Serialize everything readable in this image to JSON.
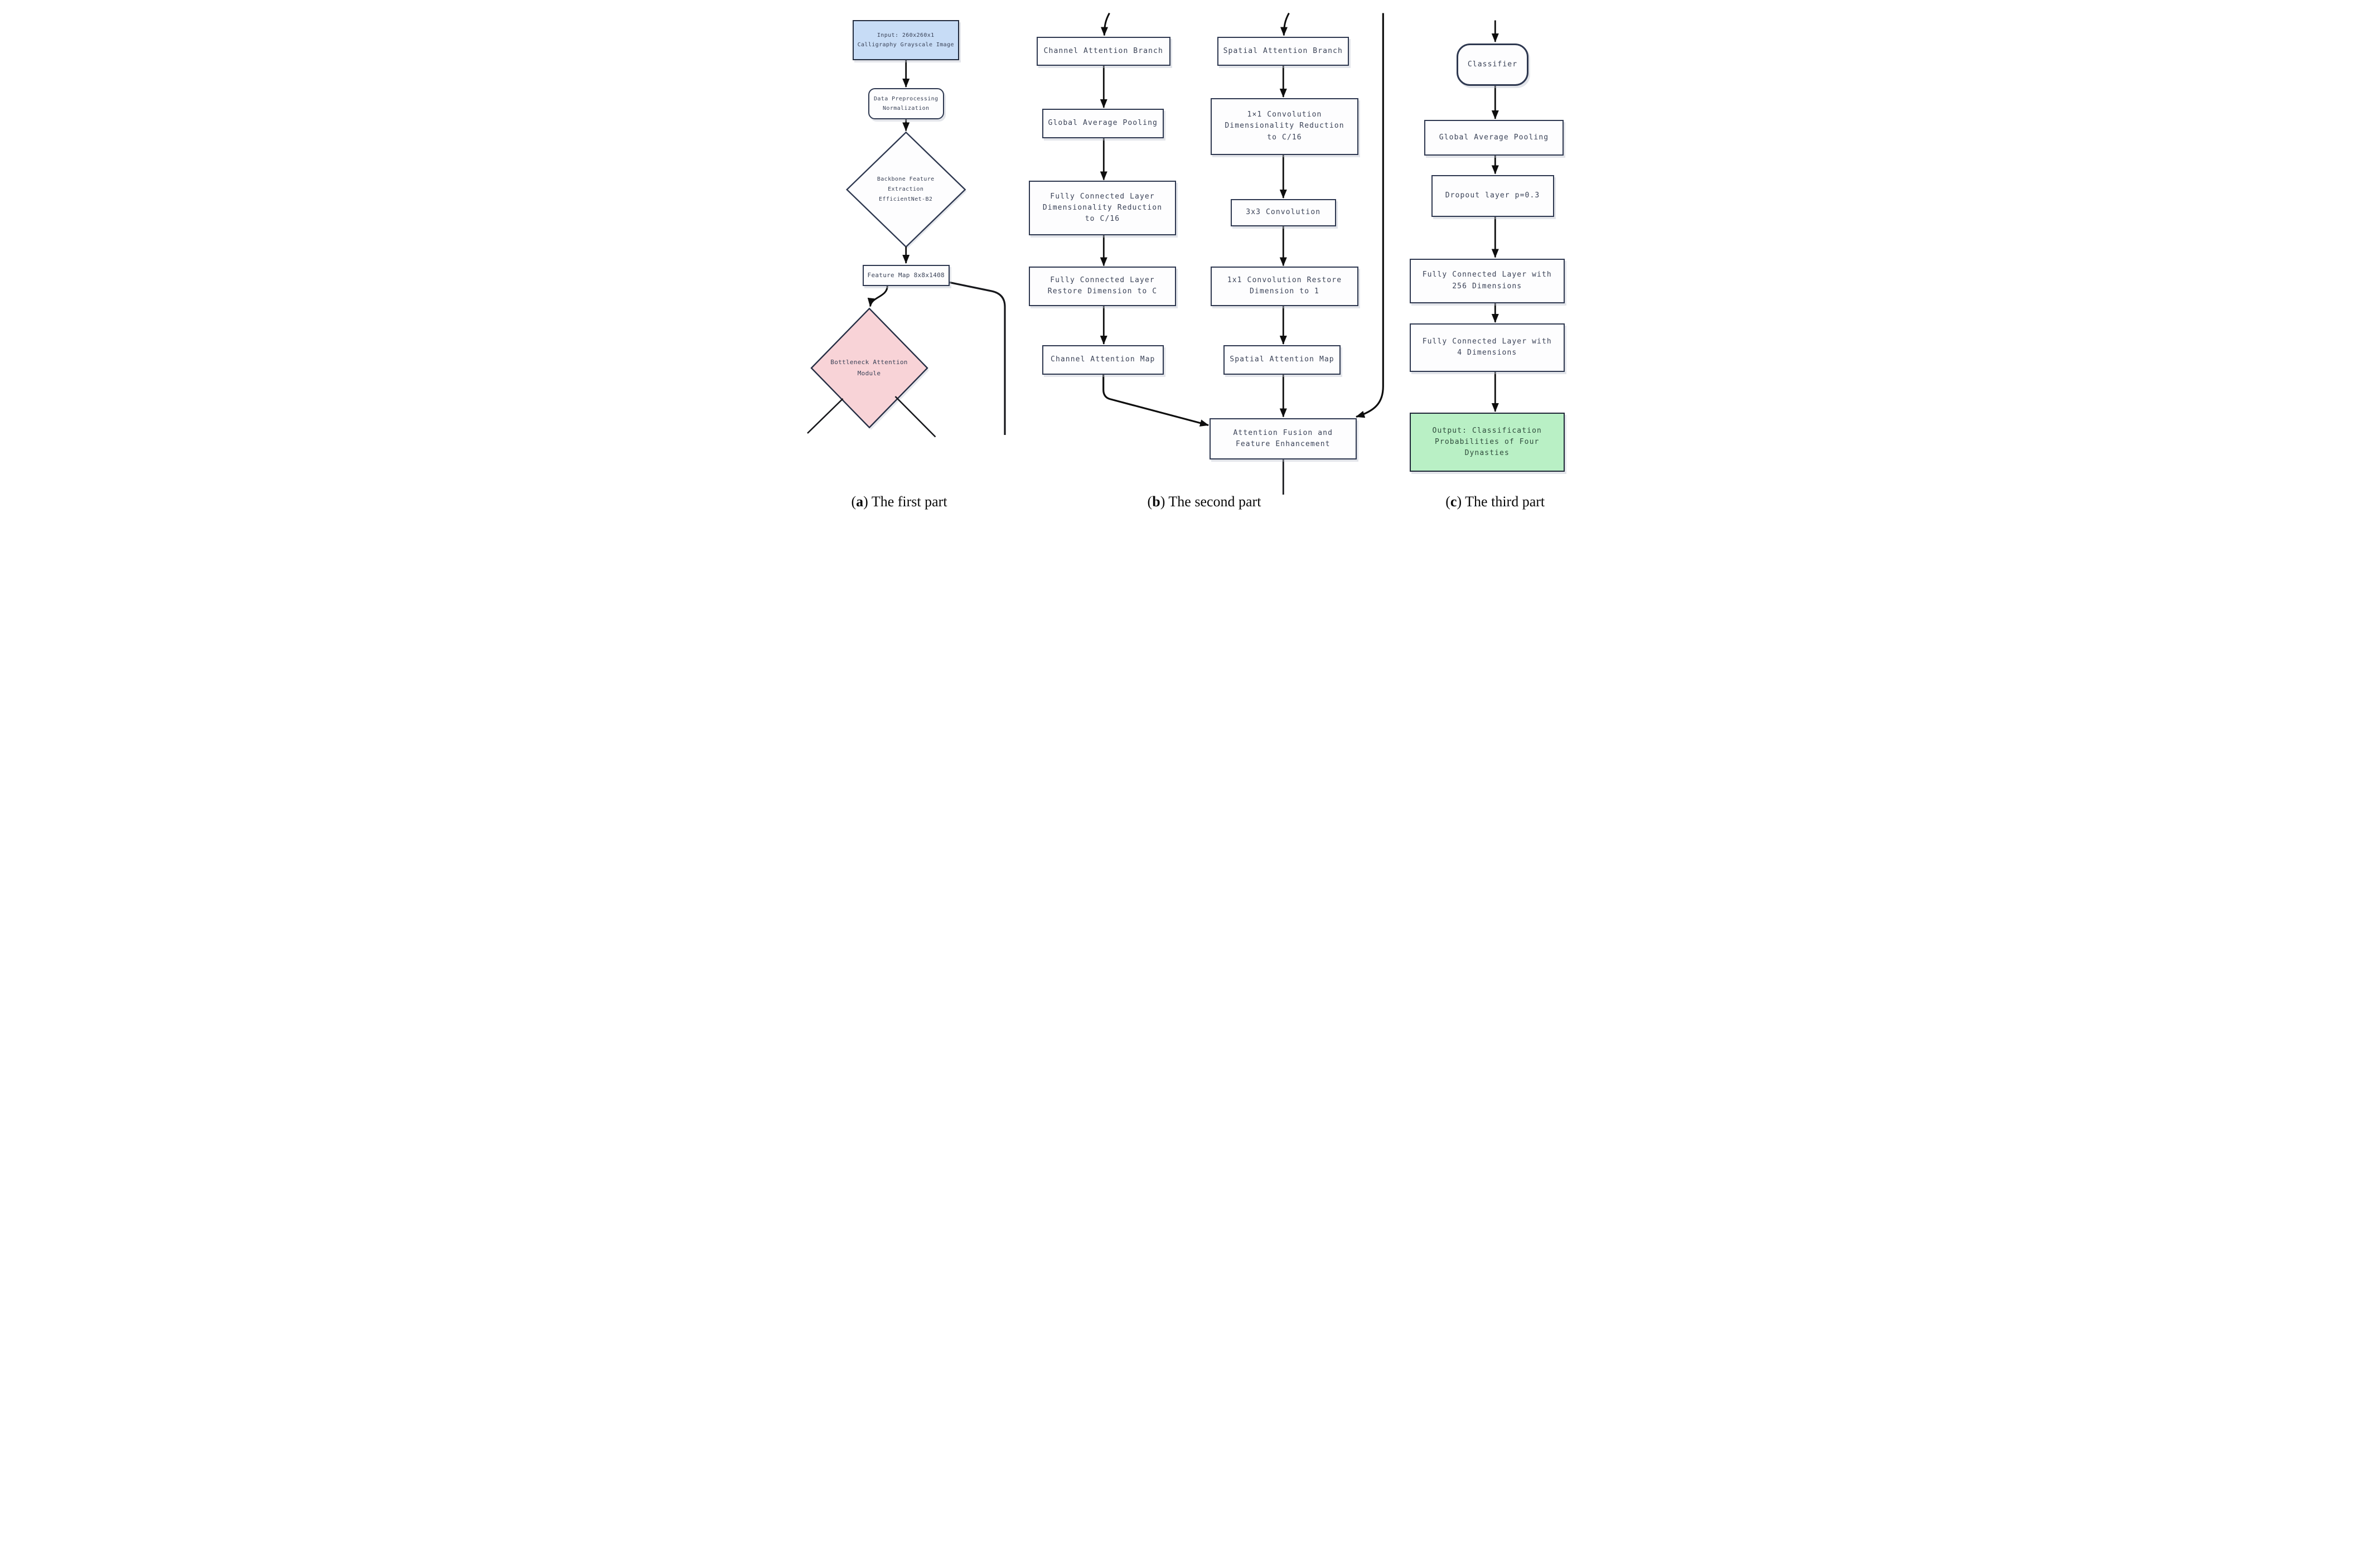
{
  "colors": {
    "background": "#ffffff",
    "border": "#2e3850",
    "arrow": "#0e0e0e",
    "text": "#3a4257",
    "input_fill": "#c7dcf6",
    "bam_fill": "#f8d3d7",
    "output_fill": "#b9f0c5",
    "box_fill": "#fdfdfe"
  },
  "captions": {
    "open": "(",
    "close": ")"
  },
  "parts": {
    "a": {
      "caption_label": "a",
      "caption_text": "The first part",
      "nodes": {
        "input": "Input: 260x260x1\nCalligraphy Grayscale Image",
        "preprocess": "Data Preprocessing\nNormalization",
        "backbone": "Backbone Feature\nExtraction\nEfficientNet-B2",
        "feature_map": "Feature Map 8x8x1408",
        "bam": "Bottleneck Attention\nModule"
      }
    },
    "b": {
      "caption_label": "b",
      "caption_text": "The second part",
      "nodes": {
        "channel_branch": "Channel Attention Branch",
        "gap": "Global Average Pooling",
        "fc_reduce": "Fully Connected Layer\nDimensionality Reduction\nto C/16",
        "fc_restore": "Fully Connected Layer\nRestore Dimension to C",
        "channel_map": "Channel Attention Map",
        "spatial_branch": "Spatial Attention Branch",
        "conv_reduce": "1×1 Convolution\nDimensionality Reduction\nto C/16",
        "conv_3x3": "3x3 Convolution",
        "conv_restore": "1x1 Convolution Restore\nDimension to 1",
        "spatial_map": "Spatial Attention Map",
        "fusion": "Attention Fusion and\nFeature Enhancement"
      }
    },
    "c": {
      "caption_label": "c",
      "caption_text": "The third part",
      "nodes": {
        "classifier": "Classifier",
        "gap": "Global Average Pooling",
        "dropout": "Dropout layer p=0.3",
        "fc256": "Fully Connected Layer with\n256 Dimensions",
        "fc4": "Fully Connected Layer with\n4 Dimensions",
        "output": "Output: Classification\nProbabilities of Four\nDynasties"
      }
    }
  }
}
